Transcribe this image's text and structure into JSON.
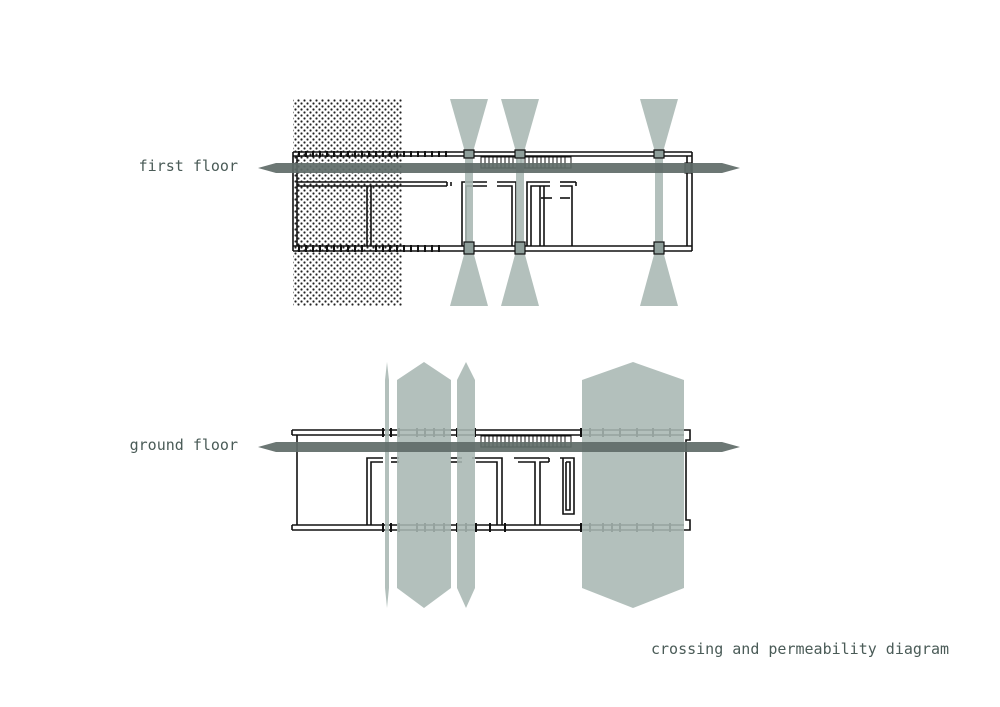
{
  "labels": {
    "first_floor": "first floor",
    "ground_floor": "ground floor",
    "caption": "crossing and permeability diagram"
  },
  "colors": {
    "text": "#4a5b57",
    "line": "#111111",
    "crossing_band": "#a9b7b3",
    "circulation_arrow": "#5f6b68",
    "hatch_dot": "#222222"
  }
}
